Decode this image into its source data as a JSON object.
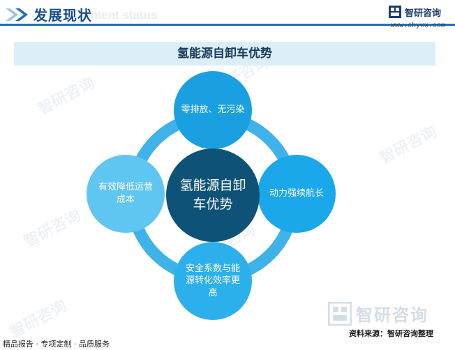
{
  "header": {
    "title": "发展现状",
    "subtitle": "ment status",
    "brand_name": "智研咨询",
    "brand_url": "www.chyxx.com"
  },
  "banner": {
    "title": "氢能源自卸车优势"
  },
  "diagram": {
    "center": "氢能源自卸车优势",
    "nodes": [
      {
        "label": "零排放、无污染"
      },
      {
        "label": "动力强续航长"
      },
      {
        "label": "安全系数与能源转化效率更高"
      },
      {
        "label": "有效降低运营成本"
      }
    ]
  },
  "watermark": {
    "text": "智研咨询"
  },
  "footer": {
    "left": "精品报告 · 专项定制 · 品质服务",
    "brand_name": "智研咨询",
    "source": "资料来源：智研咨询整理"
  },
  "colors": {
    "primary": "#1f6fb5",
    "center": "#0f5278",
    "top_node": "#1aa0e0",
    "right_node": "#1aa8ea",
    "bottom_node": "#2cb0ec",
    "left_node": "#5fc6f2",
    "ring": "#40b2ea"
  }
}
